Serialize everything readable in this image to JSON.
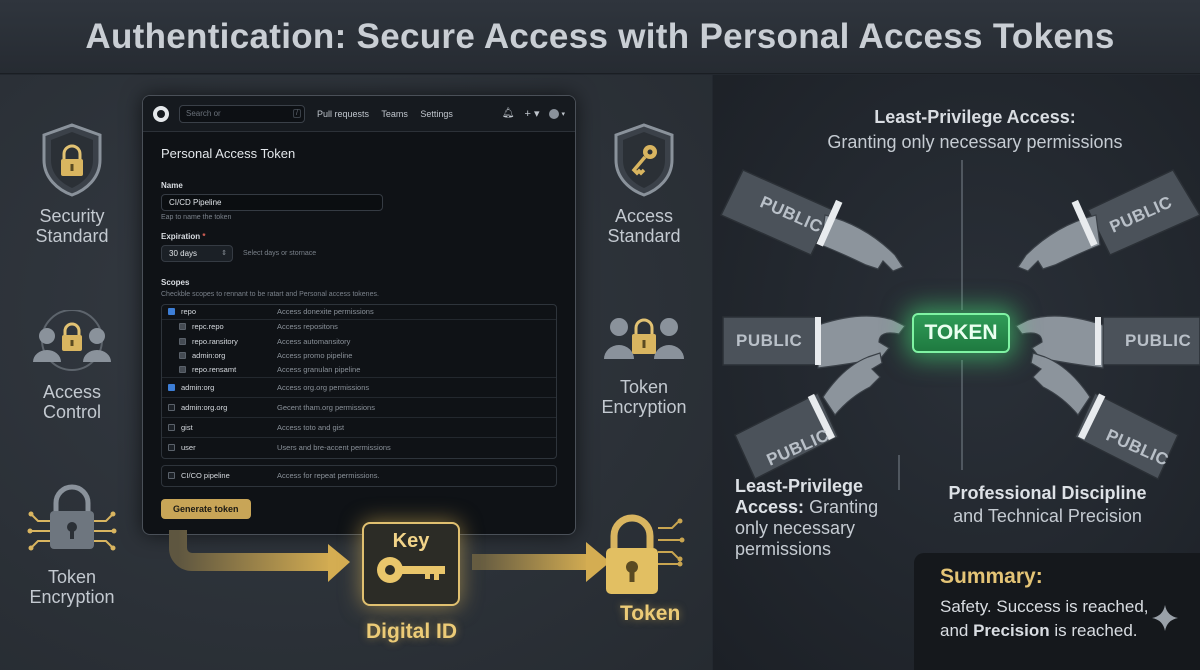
{
  "title": "Authentication: Secure Access with Personal Access Tokens",
  "left_features": [
    {
      "label": "Security\nStandard",
      "icon": "shield-lock-icon"
    },
    {
      "label": "Access\nControl",
      "icon": "users-lock-icon"
    },
    {
      "label": "Token\nEncryption",
      "icon": "circuit-lock-icon"
    }
  ],
  "right_features": [
    {
      "label": "Access\nStandard",
      "icon": "shield-key-icon"
    },
    {
      "label": "Token\nEncryption",
      "icon": "users-lock-icon"
    }
  ],
  "github": {
    "search_placeholder": "Search or",
    "search_key": "/",
    "nav": [
      "Pull requests",
      "Teams",
      "Settings"
    ],
    "header": "Personal Access Token",
    "name_label": "Name",
    "name_value": "CI/CD Pipeline",
    "name_hint": "Eap to name the token",
    "expiration_label": "Expiration",
    "expiration_required": "*",
    "expiration_value": "30 days",
    "expiration_hint": "Select days or stornace",
    "scopes_label": "Scopes",
    "scopes_note": "Checkble scopes to rennant to be ratart and Personal access tokenes.",
    "scopes": [
      {
        "name": "repo",
        "desc": "Access donexite permissions",
        "checked": true,
        "sub": false
      },
      {
        "name": "repc.repo",
        "desc": "Access repositons",
        "checked": false,
        "sub": true
      },
      {
        "name": "repo.ransitory",
        "desc": "Access automansitory",
        "checked": false,
        "sub": true
      },
      {
        "name": "admin:org",
        "desc": "Access promo pipeline",
        "checked": false,
        "sub": true
      },
      {
        "name": "repo.rensamt",
        "desc": "Access granulan pipeline",
        "checked": false,
        "sub": true
      },
      {
        "name": "admin:org",
        "desc": "Access org.org permissions",
        "checked": true,
        "sub": false
      },
      {
        "name": "admin:org.org",
        "desc": "Gecent tham.org permissions",
        "checked": false,
        "sub": false
      },
      {
        "name": "gist",
        "desc": "Access toto and gist",
        "checked": false,
        "sub": false
      },
      {
        "name": "user",
        "desc": "Users and bre-accent permissions",
        "checked": false,
        "sub": false
      }
    ],
    "extra_scope": {
      "name": "CI/CO pipeline",
      "desc": "Access for repeat permissions."
    },
    "generate_button": "Generate token"
  },
  "flow": {
    "key_label": "Key",
    "digital_id": "Digital ID",
    "token_label": "Token"
  },
  "right": {
    "top_heading": "Least-Privilege Access:",
    "top_sub": "Granting only necessary permissions",
    "hand_label": "PUBLIC",
    "token": "TOKEN",
    "bottom_left_bold": "Least-Privilege Access:",
    "bottom_left_rest": "Granting only necessary permissions",
    "bottom_right_bold": "Professional Discipline",
    "bottom_right_rest": "and Technical Precision",
    "summary_title": "Summary:",
    "summary_line1": "Safety. Success is reached,",
    "summary_line2_pre": "and ",
    "summary_line2_bold": "Precision",
    "summary_line2_post": " is reached."
  },
  "colors": {
    "gold": "#e0c070",
    "token_green": "#2f9b57",
    "bg": "#23282f"
  }
}
